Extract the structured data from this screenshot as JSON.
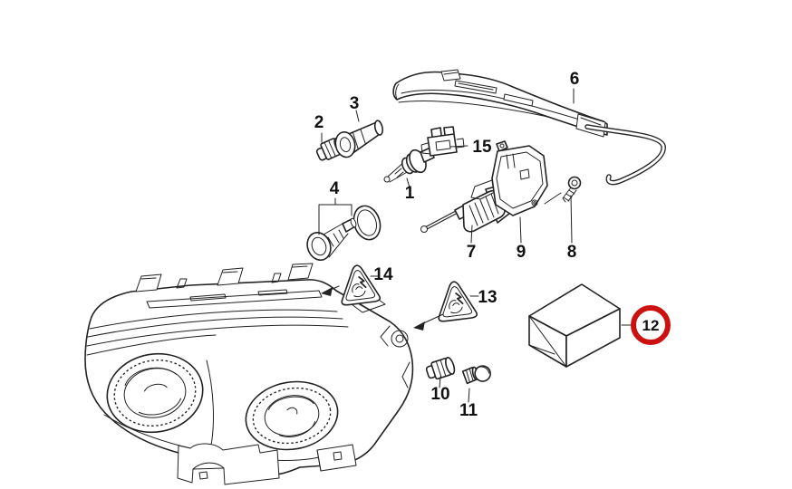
{
  "figure": {
    "kind": "exploded-parts-diagram",
    "background": "#ffffff",
    "line_color": "#222222",
    "highlight_color": "#cc1111",
    "callouts": {
      "c1": "1",
      "c2": "2",
      "c3": "3",
      "c4": "4",
      "c6": "6",
      "c7": "7",
      "c8": "8",
      "c9": "9",
      "c10": "10",
      "c11": "11",
      "c12": "12",
      "c13": "13",
      "c14": "14",
      "c15": "15"
    }
  }
}
